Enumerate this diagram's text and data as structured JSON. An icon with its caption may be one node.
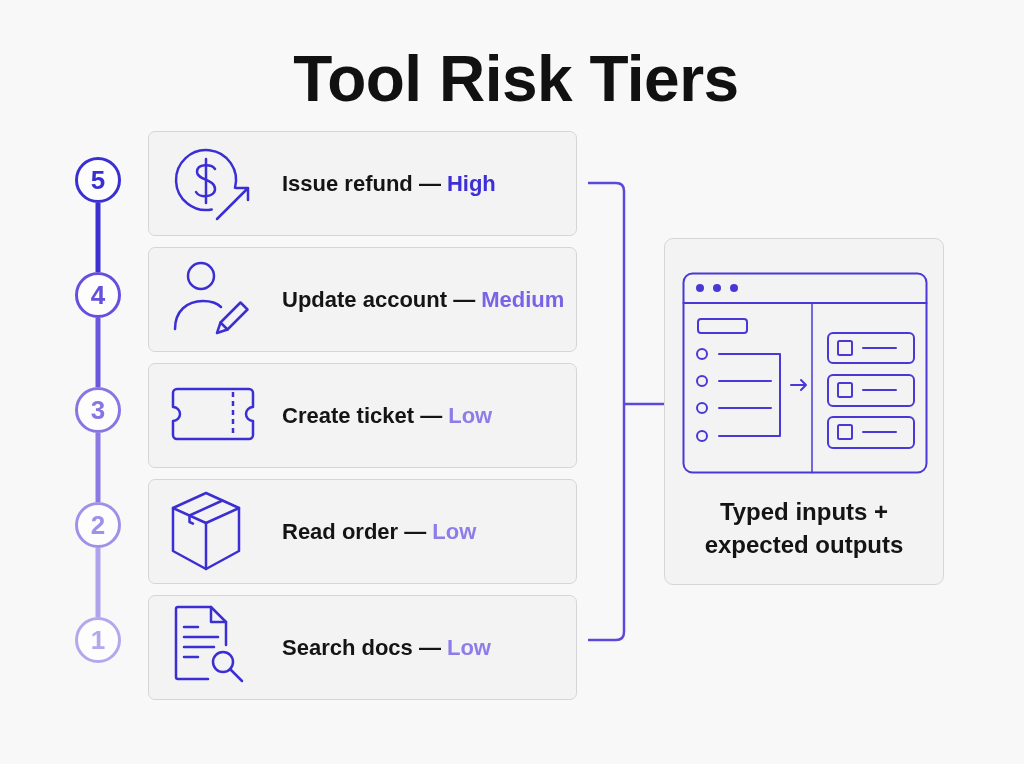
{
  "diagram": {
    "title": "Tool Risk Tiers",
    "nodes": [
      {
        "text": [
          "5"
        ]
      },
      {
        "text": [
          "Issue refund —",
          "High"
        ]
      },
      {
        "text": [
          "4"
        ]
      },
      {
        "text": [
          "Update account —",
          "Medium"
        ]
      },
      {
        "text": [
          "3"
        ]
      },
      {
        "text": [
          "Create ticket —",
          "Low"
        ]
      },
      {
        "text": [
          "2"
        ]
      },
      {
        "text": [
          "Read order —",
          "Low"
        ]
      },
      {
        "text": [
          "1"
        ]
      },
      {
        "text": [
          "Search docs —",
          "Low"
        ]
      },
      {
        "text": [
          "Typed inputs + expected outputs"
        ]
      }
    ],
    "edges": [
      {
        "from": 0,
        "to": 2,
        "arrow": "none",
        "color": "#3a2fd0"
      },
      {
        "from": 2,
        "to": 4,
        "arrow": "none",
        "color": "#6a56df"
      },
      {
        "from": 4,
        "to": 6,
        "arrow": "none",
        "color": "#8c7ae4"
      },
      {
        "from": 6,
        "to": 8,
        "arrow": "none",
        "color": "#b0a3ec"
      }
    ]
  }
}
